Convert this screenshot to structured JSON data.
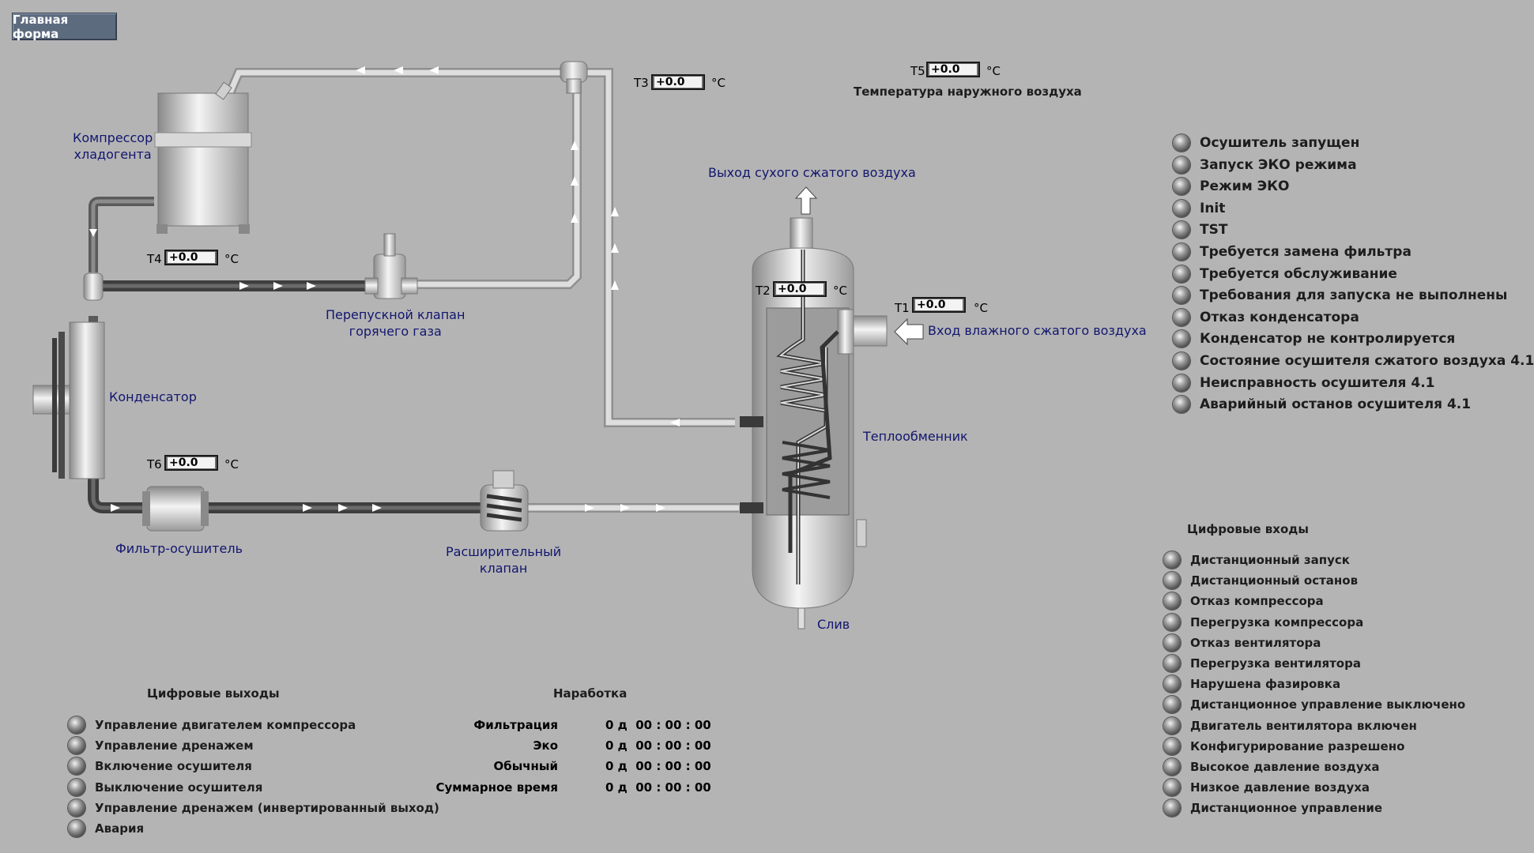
{
  "header": {
    "main_form_label": "Главная форма"
  },
  "scheme": {
    "compressor": "Компрессор\nхладогента",
    "bypass_valve": "Перепускной клапан\nгорячего газа",
    "condenser": "Конденсатор",
    "filter_dryer": "Фильтр-осушитель",
    "expansion_valve": "Расширительный\nклапан",
    "heat_exchanger": "Теплообменник",
    "dry_air_out": "Выход сухого сжатого воздуха",
    "wet_air_in": "Вход влажного сжатого воздуха",
    "drain": "Слив",
    "outside_air_temp": "Температура наружного воздуха"
  },
  "temps": {
    "unit": "°C",
    "t1": {
      "label": "T1",
      "value": "+0.0"
    },
    "t2": {
      "label": "T2",
      "value": "+0.0"
    },
    "t3": {
      "label": "T3",
      "value": "+0.0"
    },
    "t4": {
      "label": "T4",
      "value": "+0.0"
    },
    "t5": {
      "label": "T5",
      "value": "+0.0"
    },
    "t6": {
      "label": "T6",
      "value": "+0.0"
    }
  },
  "status": [
    "Осушитель запущен",
    "Запуск ЭКО режима",
    "Режим ЭКО",
    "Init",
    "TST",
    "Требуется замена фильтра",
    "Требуется обслуживание",
    "Требования для запуска не выполнены",
    "Отказ конденсатора",
    "Конденсатор не контролируется",
    "Состояние осушителя сжатого воздуха 4.1",
    "Неисправность осушителя 4.1",
    "Аварийный останов осушителя 4.1"
  ],
  "digital_inputs": {
    "title": "Цифровые входы",
    "items": [
      "Дистанционный запуск",
      "Дистанционный останов",
      "Отказ компрессора",
      "Перегрузка компрессора",
      "Отказ вентилятора",
      "Перегрузка вентилятора",
      "Нарушена фазировка",
      "Дистанционное управление выключено",
      "Двигатель вентилятора включен",
      "Конфигурирование разрешено",
      "Высокое давление воздуха",
      "Низкое давление воздуха",
      "Дистанционное управление"
    ]
  },
  "digital_outputs": {
    "title": "Цифровые выходы",
    "items": [
      "Управление двигателем компрессора",
      "Управление дренажем",
      "Включение осушителя",
      "Выключение осушителя",
      "Управление дренажем (инвертированный выход)",
      "Авария"
    ]
  },
  "runtime": {
    "title": "Наработка",
    "rows": [
      {
        "name": "Фильтрация",
        "value": "0 д  00 : 00 : 00"
      },
      {
        "name": "Эко",
        "value": "0 д  00 : 00 : 00"
      },
      {
        "name": "Обычный",
        "value": "0 д  00 : 00 : 00"
      },
      {
        "name": "Суммарное время",
        "value": "0 д  00 : 00 : 00"
      }
    ]
  }
}
